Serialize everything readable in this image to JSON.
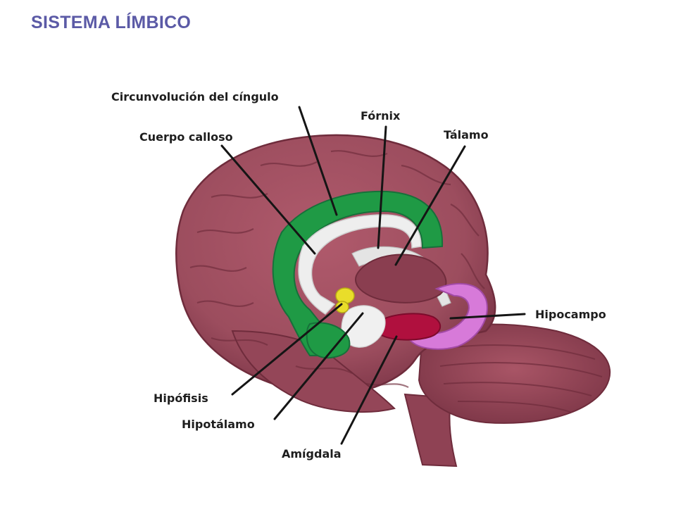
{
  "slide": {
    "title": "SISTEMA LÍMBICO"
  },
  "colors": {
    "title": "#5b5aa6",
    "brain": "#9c4d5e",
    "brain_dark": "#6f2c3c",
    "cingulate": "#1f9a45",
    "corpus_callosum": "#eeeeee",
    "hippocampus": "#d77ad9",
    "amygdala": "#b0103e",
    "pituitary": "#e9dd2a"
  },
  "labels": {
    "cingulate_gyrus": "Circunvolución del cíngulo",
    "fornix": "Fórnix",
    "corpus_callosum": "Cuerpo calloso",
    "thalamus": "Tálamo",
    "hippocampus": "Hipocampo",
    "pituitary": "Hipófisis",
    "hypothalamus": "Hipotálamo",
    "amygdala": "Amígdala"
  }
}
